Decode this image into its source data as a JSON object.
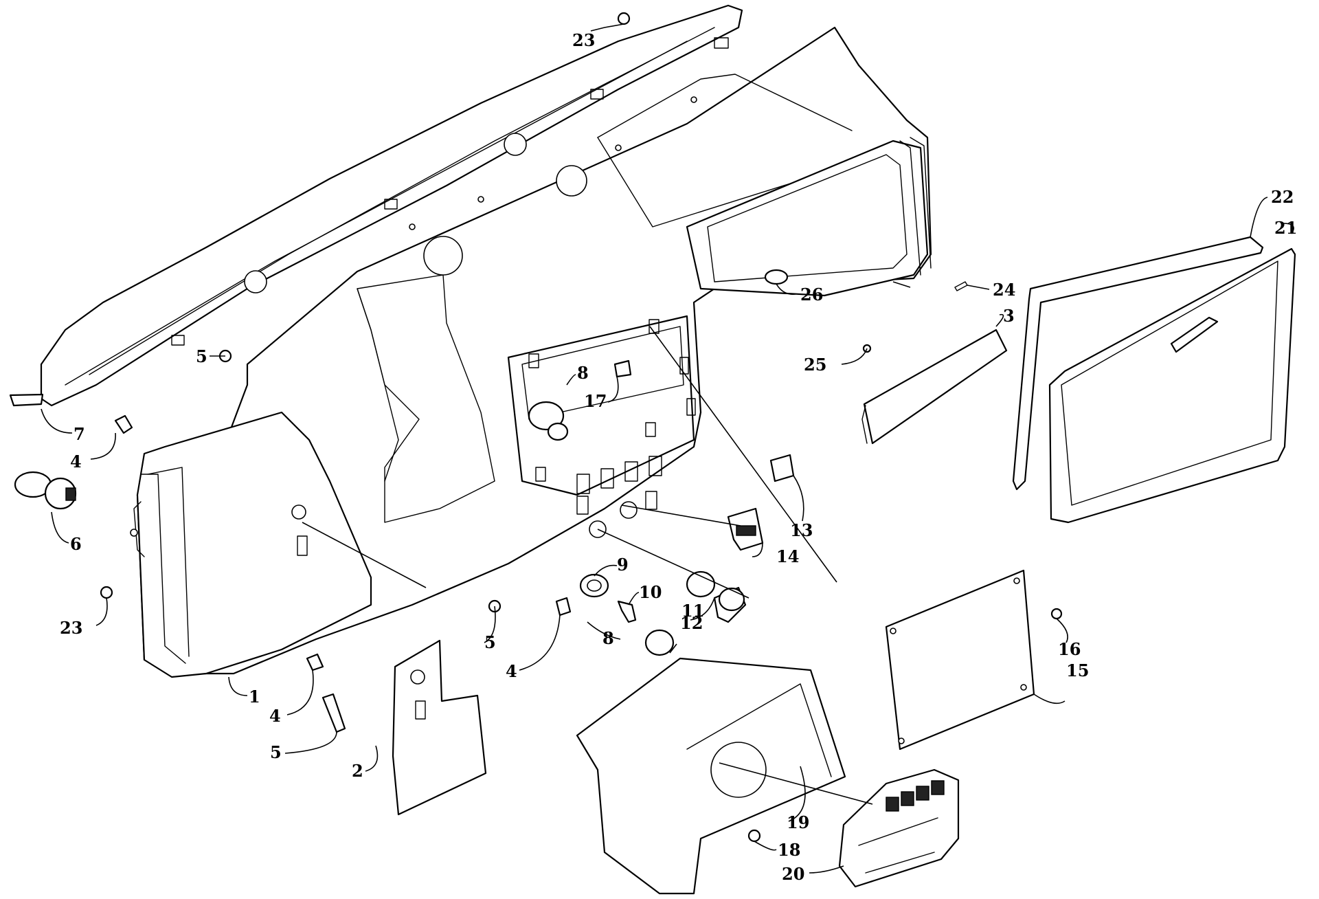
{
  "callouts": [
    {
      "id": "c1",
      "label": "1"
    },
    {
      "id": "c2",
      "label": "2"
    },
    {
      "id": "c3",
      "label": "3"
    },
    {
      "id": "c4a",
      "label": "4"
    },
    {
      "id": "c4b",
      "label": "4"
    },
    {
      "id": "c4c",
      "label": "4"
    },
    {
      "id": "c5a",
      "label": "5"
    },
    {
      "id": "c5b",
      "label": "5"
    },
    {
      "id": "c5c",
      "label": "5"
    },
    {
      "id": "c6",
      "label": "6"
    },
    {
      "id": "c7",
      "label": "7"
    },
    {
      "id": "c8a",
      "label": "8"
    },
    {
      "id": "c8b",
      "label": "8"
    },
    {
      "id": "c9",
      "label": "9"
    },
    {
      "id": "c10",
      "label": "10"
    },
    {
      "id": "c11",
      "label": "11"
    },
    {
      "id": "c12",
      "label": "12"
    },
    {
      "id": "c13",
      "label": "13"
    },
    {
      "id": "c14",
      "label": "14"
    },
    {
      "id": "c15",
      "label": "15"
    },
    {
      "id": "c16",
      "label": "16"
    },
    {
      "id": "c17",
      "label": "17"
    },
    {
      "id": "c18",
      "label": "18"
    },
    {
      "id": "c19",
      "label": "19"
    },
    {
      "id": "c20",
      "label": "20"
    },
    {
      "id": "c21",
      "label": "21"
    },
    {
      "id": "c22",
      "label": "22"
    },
    {
      "id": "c23a",
      "label": "23"
    },
    {
      "id": "c23b",
      "label": "23"
    },
    {
      "id": "c24",
      "label": "24"
    },
    {
      "id": "c25",
      "label": "25"
    },
    {
      "id": "c26",
      "label": "26"
    }
  ]
}
